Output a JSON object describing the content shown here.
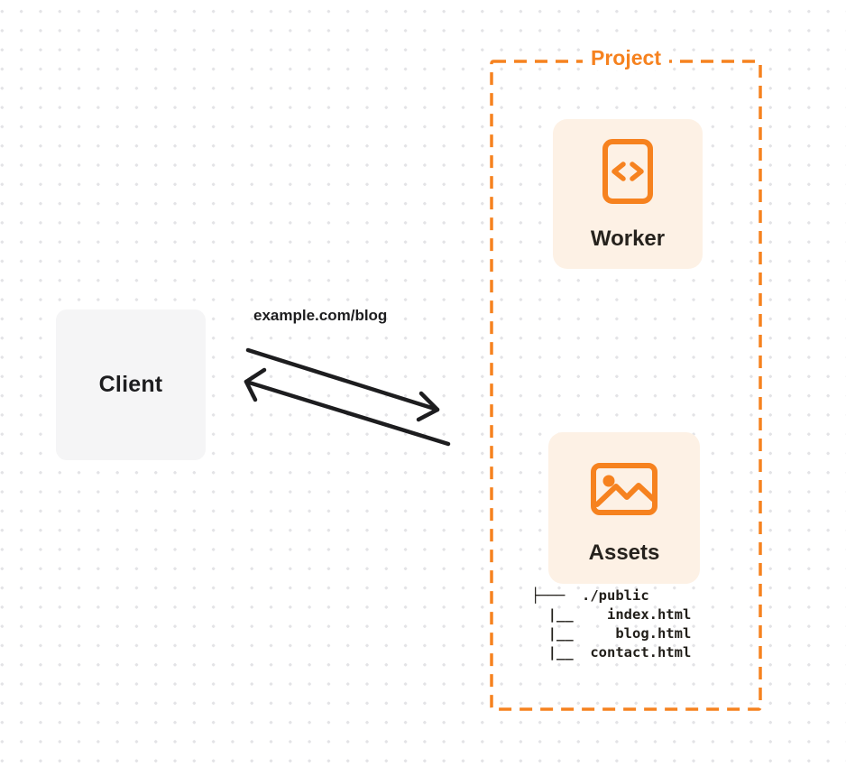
{
  "colors": {
    "accent": "#F6821F",
    "card_bg": "#FDF1E5",
    "client_bg": "#F5F5F6",
    "text": "#26221D",
    "arrow": "#1D1D1F",
    "dot": "#E3E3E6"
  },
  "client": {
    "label": "Client"
  },
  "request_label": "example.com/blog",
  "project": {
    "title": "Project",
    "worker": {
      "label": "Worker",
      "icon": "code-document-icon"
    },
    "assets": {
      "label": "Assets",
      "icon": "image-icon",
      "file_tree": "├───  ./public\n  |__    index.html\n  |__     blog.html\n  |__  contact.html"
    }
  }
}
